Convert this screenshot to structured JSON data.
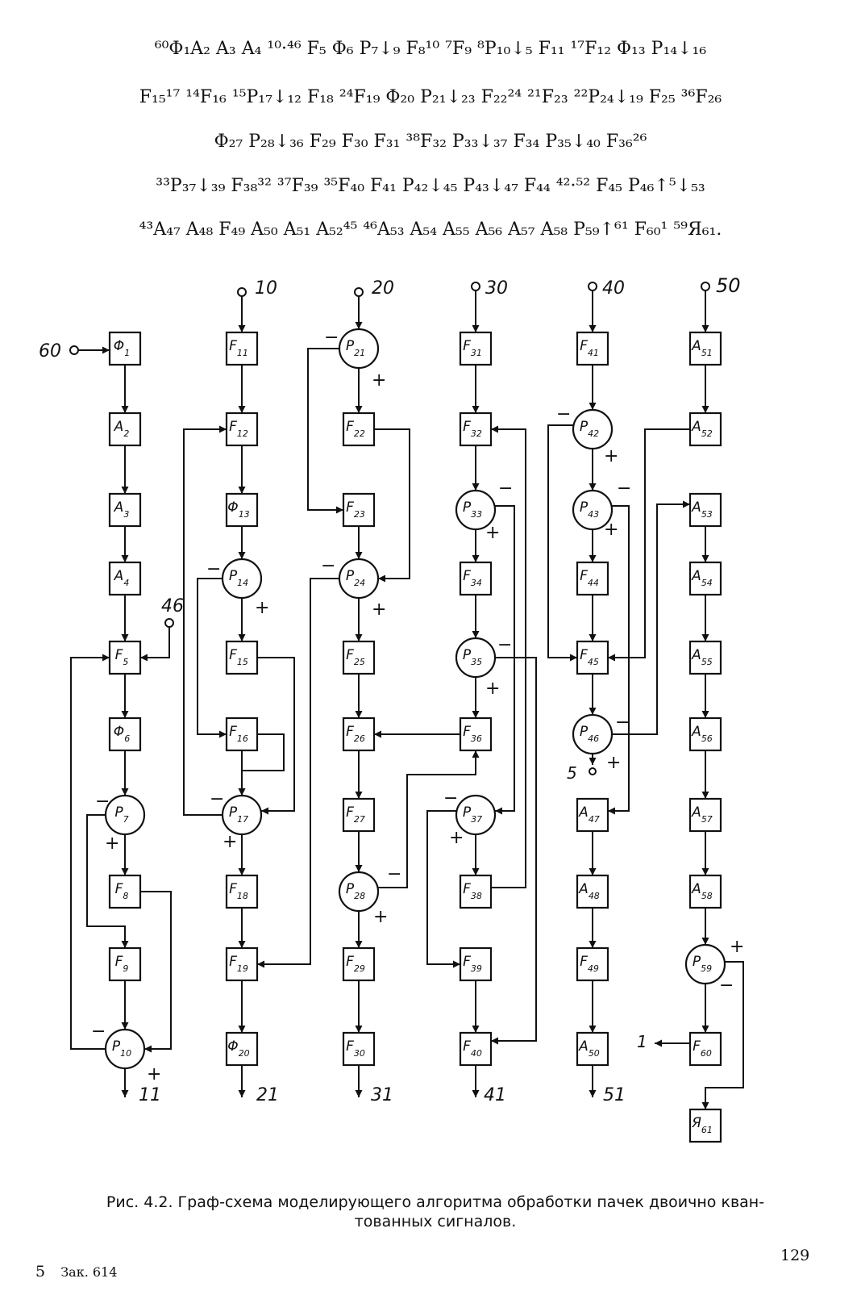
{
  "formula_lines": [
    "⁶⁰Φ₁A₂ A₃ A₄  ¹⁰·⁴⁶ F₅ Φ₆ P₇↓₉ F₈¹⁰ ⁷F₉ ⁸P₁₀↓₅ F₁₁ ¹⁷F₁₂ Φ₁₃ P₁₄↓₁₆",
    "F₁₅¹⁷ ¹⁴F₁₆ ¹⁵P₁₇↓₁₂ F₁₈ ²⁴F₁₉ Φ₂₀ P₂₁↓₂₃ F₂₂²⁴ ²¹F₂₃ ²²P₂₄↓₁₉ F₂₅ ³⁶F₂₆",
    "Φ₂₇ P₂₈↓₃₆ F₂₉ F₃₀ F₃₁ ³⁸F₃₂ P₃₃↓₃₇ F₃₄ P₃₅↓₄₀ F₃₆²⁶",
    "³³P₃₇↓₃₉ F₃₈³² ³⁷F₃₉ ³⁵F₄₀ F₄₁ P₄₂↓₄₅ P₄₃↓₄₇ F₄₄ ⁴²·⁵² F₄₅ P₄₆↑⁵↓₅₃",
    "⁴³A₄₇ A₄₈ F₄₉ A₅₀ A₅₁ A₅₂⁴⁵ ⁴⁶A₅₃ A₅₄ A₅₅ A₅₆ A₅₇ A₅₈ P₅₉↑⁶¹ F₆₀¹ ⁵⁹Я₆₁."
  ],
  "nodes": {
    "n1": {
      "letter": "Φ",
      "index": "1"
    },
    "n2": {
      "letter": "A",
      "index": "2"
    },
    "n3": {
      "letter": "A",
      "index": "3"
    },
    "n4": {
      "letter": "A",
      "index": "4"
    },
    "n5": {
      "letter": "F",
      "index": "5"
    },
    "n6": {
      "letter": "Φ",
      "index": "6"
    },
    "n7": {
      "letter": "P",
      "index": "7"
    },
    "n8": {
      "letter": "F",
      "index": "8"
    },
    "n9": {
      "letter": "F",
      "index": "9"
    },
    "n10": {
      "letter": "P",
      "index": "10"
    },
    "n11": {
      "letter": "F",
      "index": "11"
    },
    "n12": {
      "letter": "F",
      "index": "12"
    },
    "n13": {
      "letter": "Φ",
      "index": "13"
    },
    "n14": {
      "letter": "P",
      "index": "14"
    },
    "n15": {
      "letter": "F",
      "index": "15"
    },
    "n16": {
      "letter": "F",
      "index": "16"
    },
    "n17": {
      "letter": "P",
      "index": "17"
    },
    "n18": {
      "letter": "F",
      "index": "18"
    },
    "n19": {
      "letter": "F",
      "index": "19"
    },
    "n20": {
      "letter": "Φ",
      "index": "20"
    },
    "n21": {
      "letter": "P",
      "index": "21"
    },
    "n22": {
      "letter": "F",
      "index": "22"
    },
    "n23": {
      "letter": "F",
      "index": "23"
    },
    "n24": {
      "letter": "P",
      "index": "24"
    },
    "n25": {
      "letter": "F",
      "index": "25"
    },
    "n26": {
      "letter": "F",
      "index": "26"
    },
    "n27": {
      "letter": "F",
      "index": "27"
    },
    "n28": {
      "letter": "P",
      "index": "28"
    },
    "n29": {
      "letter": "F",
      "index": "29"
    },
    "n30": {
      "letter": "F",
      "index": "30"
    },
    "n31": {
      "letter": "F",
      "index": "31"
    },
    "n32": {
      "letter": "F",
      "index": "32"
    },
    "n33": {
      "letter": "P",
      "index": "33"
    },
    "n34": {
      "letter": "F",
      "index": "34"
    },
    "n35": {
      "letter": "P",
      "index": "35"
    },
    "n36": {
      "letter": "F",
      "index": "36"
    },
    "n37": {
      "letter": "P",
      "index": "37"
    },
    "n38": {
      "letter": "F",
      "index": "38"
    },
    "n39": {
      "letter": "F",
      "index": "39"
    },
    "n40": {
      "letter": "F",
      "index": "40"
    },
    "n41": {
      "letter": "F",
      "index": "41"
    },
    "n42": {
      "letter": "P",
      "index": "42"
    },
    "n43": {
      "letter": "P",
      "index": "43"
    },
    "n44": {
      "letter": "F",
      "index": "44"
    },
    "n45": {
      "letter": "F",
      "index": "45"
    },
    "n46": {
      "letter": "P",
      "index": "46"
    },
    "n47": {
      "letter": "A",
      "index": "47"
    },
    "n48": {
      "letter": "A",
      "index": "48"
    },
    "n49": {
      "letter": "F",
      "index": "49"
    },
    "n50": {
      "letter": "A",
      "index": "50"
    },
    "n51": {
      "letter": "A",
      "index": "51"
    },
    "n52": {
      "letter": "A",
      "index": "52"
    },
    "n53": {
      "letter": "A",
      "index": "53"
    },
    "n54": {
      "letter": "A",
      "index": "54"
    },
    "n55": {
      "letter": "A",
      "index": "55"
    },
    "n56": {
      "letter": "A",
      "index": "56"
    },
    "n57": {
      "letter": "A",
      "index": "57"
    },
    "n58": {
      "letter": "A",
      "index": "58"
    },
    "n59": {
      "letter": "P",
      "index": "59"
    },
    "n60": {
      "letter": "F",
      "index": "60"
    },
    "n61": {
      "letter": "Я",
      "index": "61"
    }
  },
  "terminals": {
    "in10": "10",
    "in20": "20",
    "in30": "30",
    "in40": "40",
    "in50": "50",
    "in60": "60",
    "in46": "46",
    "out11": "11",
    "out21": "21",
    "out31": "31",
    "out41": "41",
    "out51": "51",
    "out5": "5",
    "out1": "1"
  },
  "signs": {
    "minus": "−",
    "plus": "+"
  },
  "caption": {
    "line1": "Рис. 4.2. Граф-схема моделирующего алгоритма обработки пачек двоично кван-",
    "line2": "тованных сигналов."
  },
  "footer": {
    "sheet": "5",
    "order": "Зак. 614"
  },
  "page_number": "129"
}
